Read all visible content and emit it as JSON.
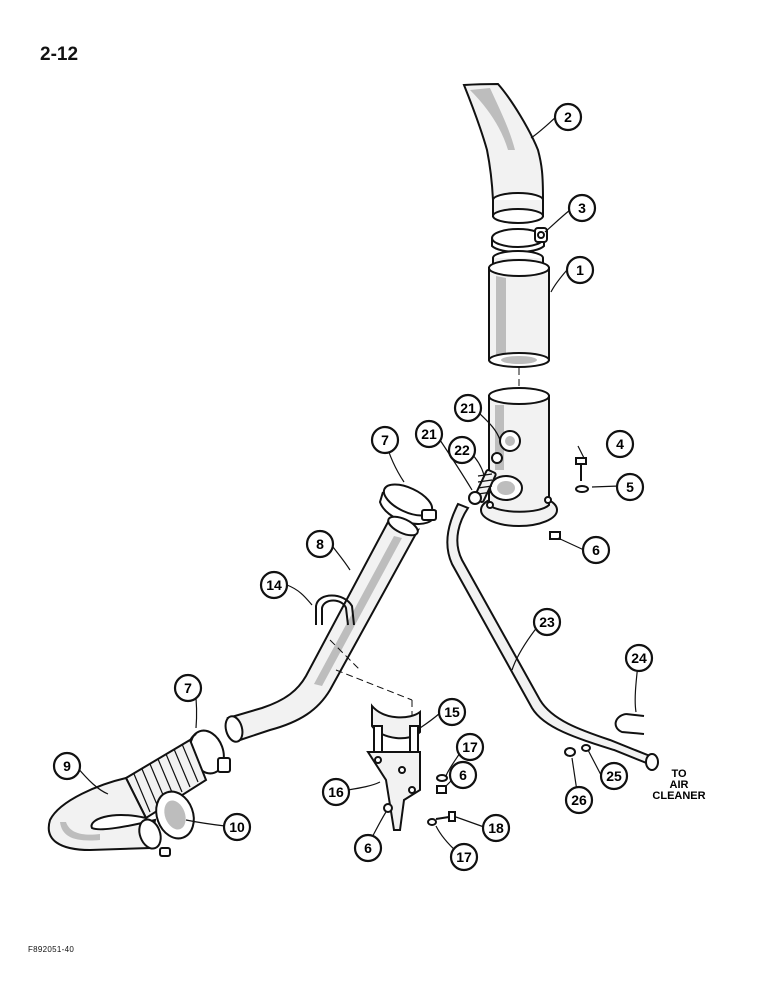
{
  "header": {
    "page_number": "2-12"
  },
  "footer": {
    "figure_code": "F892051-40"
  },
  "note": {
    "line1": "TO",
    "line2": "AIR",
    "line3": "CLEANER"
  },
  "callouts": [
    {
      "label": "1"
    },
    {
      "label": "2"
    },
    {
      "label": "3"
    },
    {
      "label": "4"
    },
    {
      "label": "5"
    },
    {
      "label": "6"
    },
    {
      "label": "6"
    },
    {
      "label": "6"
    },
    {
      "label": "7"
    },
    {
      "label": "7"
    },
    {
      "label": "8"
    },
    {
      "label": "9"
    },
    {
      "label": "10"
    },
    {
      "label": "14"
    },
    {
      "label": "15"
    },
    {
      "label": "16"
    },
    {
      "label": "17"
    },
    {
      "label": "17"
    },
    {
      "label": "18"
    },
    {
      "label": "21"
    },
    {
      "label": "21"
    },
    {
      "label": "22"
    },
    {
      "label": "23"
    },
    {
      "label": "24"
    },
    {
      "label": "25"
    },
    {
      "label": "26"
    }
  ]
}
